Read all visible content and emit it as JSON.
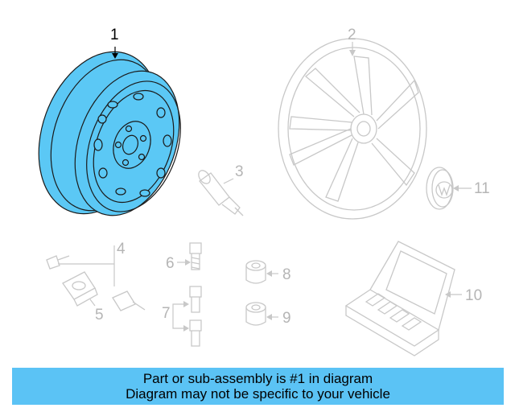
{
  "callouts": {
    "c1": "1",
    "c2": "2",
    "c3": "3",
    "c4": "4",
    "c5": "5",
    "c6": "6",
    "c7": "7",
    "c8": "8",
    "c9": "9",
    "c10": "10",
    "c11": "11"
  },
  "banner": {
    "line1": "Part or sub-assembly is #1 in diagram",
    "line2": "Diagram may not be specific to your vehicle"
  },
  "colors": {
    "highlight_part": "#5bc8f5",
    "faded_part": "#c8c8c8",
    "banner_bg": "#5bc3f5"
  },
  "icons": [
    "steel-wheel",
    "alloy-wheel",
    "valve-stem",
    "tpms-sensor",
    "lug-bolt",
    "lug-nut",
    "center-cap",
    "tool-kit-case"
  ]
}
